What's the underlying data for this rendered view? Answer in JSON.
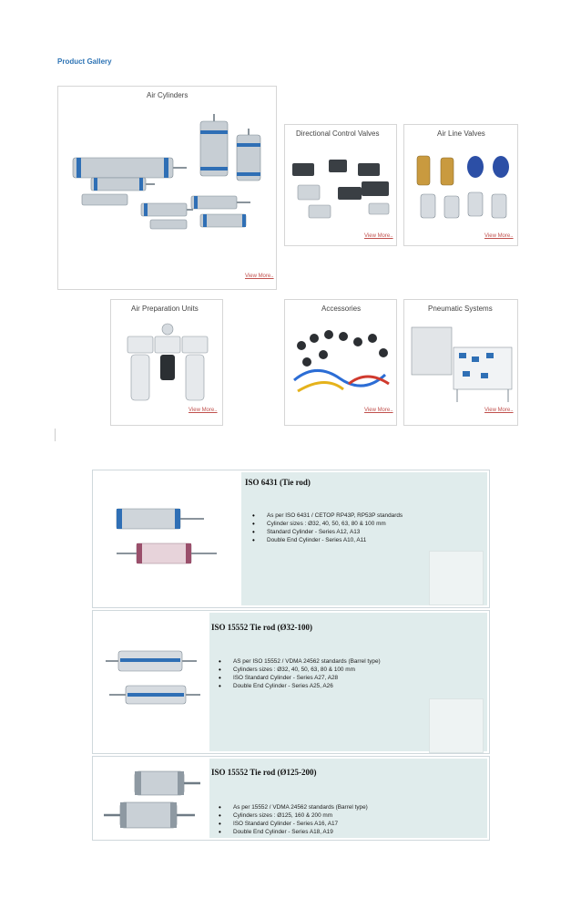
{
  "gallery": {
    "heading": "Product Gallery",
    "cards": [
      {
        "id": "air-cylinders",
        "title": "Air Cylinders",
        "link": "View More.."
      },
      {
        "id": "directional-control-valves",
        "title": "Directional Control Valves",
        "link": "View More.."
      },
      {
        "id": "air-line-valves",
        "title": "Air Line Valves",
        "link": "View More.."
      },
      {
        "id": "air-preparation-units",
        "title": "Air Preparation Units",
        "link": "View More.."
      },
      {
        "id": "accessories",
        "title": "Accessories",
        "link": "View More.."
      },
      {
        "id": "pneumatic-systems",
        "title": "Pneumatic Systems",
        "link": "View More.."
      }
    ]
  },
  "products": [
    {
      "title": "ISO 6431 (Tie rod)",
      "bullets": [
        "As per ISO 6431 / CETOP RP43P, RP53P standards",
        "Cylinder sizes : Ø32, 40, 50, 63, 80 & 100 mm",
        "Standard Cylinder - Series A12, A13",
        "Double End Cylinder - Series A10, A11"
      ]
    },
    {
      "title": "ISO 15552 Tie rod (Ø32-100)",
      "bullets": [
        "AS per ISO 15552 / VDMA 24562 standards (Barrel type)",
        "Cylinders sizes : Ø32, 40, 50, 63, 80 & 100 mm",
        "ISO Standard Cylinder - Series A27, A28",
        "Double End Cylinder - Series A25, A26"
      ]
    },
    {
      "title": "ISO 15552 Tie rod (Ø125-200)",
      "bullets": [
        "As per 15552 / VDMA 24562 standards (Barrel type)",
        "Cylinders sizes : Ø125, 160 & 200 mm",
        "ISO Standard Cylinder - Series A16, A17",
        "Double End Cylinder - Series A18, A19"
      ]
    }
  ],
  "colors": {
    "heading": "#2e74b5",
    "link": "#c0504d",
    "panel": "#e0ecec",
    "steel": "#b9c3cb",
    "accent": "#2f6fb5"
  }
}
